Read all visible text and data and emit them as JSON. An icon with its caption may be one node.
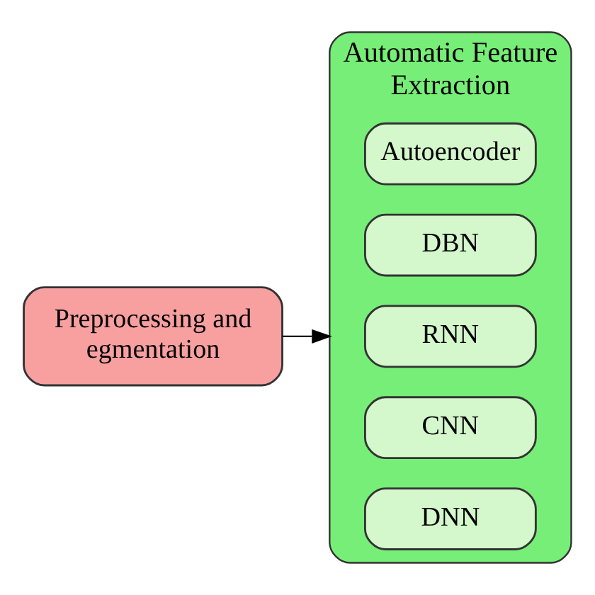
{
  "diagram": {
    "nodes": [
      {
        "text": [
          "Preprocessing and egmentation"
        ]
      },
      {
        "text": [
          "Automatic Feature Extraction"
        ]
      },
      {
        "text": [
          "DNN"
        ],
        "in": 1
      },
      {
        "text": [
          "CNN"
        ],
        "in": 1
      },
      {
        "text": [
          "RNN"
        ],
        "in": 1
      },
      {
        "text": [
          "DBN"
        ],
        "in": 1
      },
      {
        "text": [
          "Autoencoder"
        ],
        "in": 1
      }
    ],
    "edges": [
      {
        "from": 0,
        "to": 1,
        "arrow": "to"
      }
    ]
  }
}
